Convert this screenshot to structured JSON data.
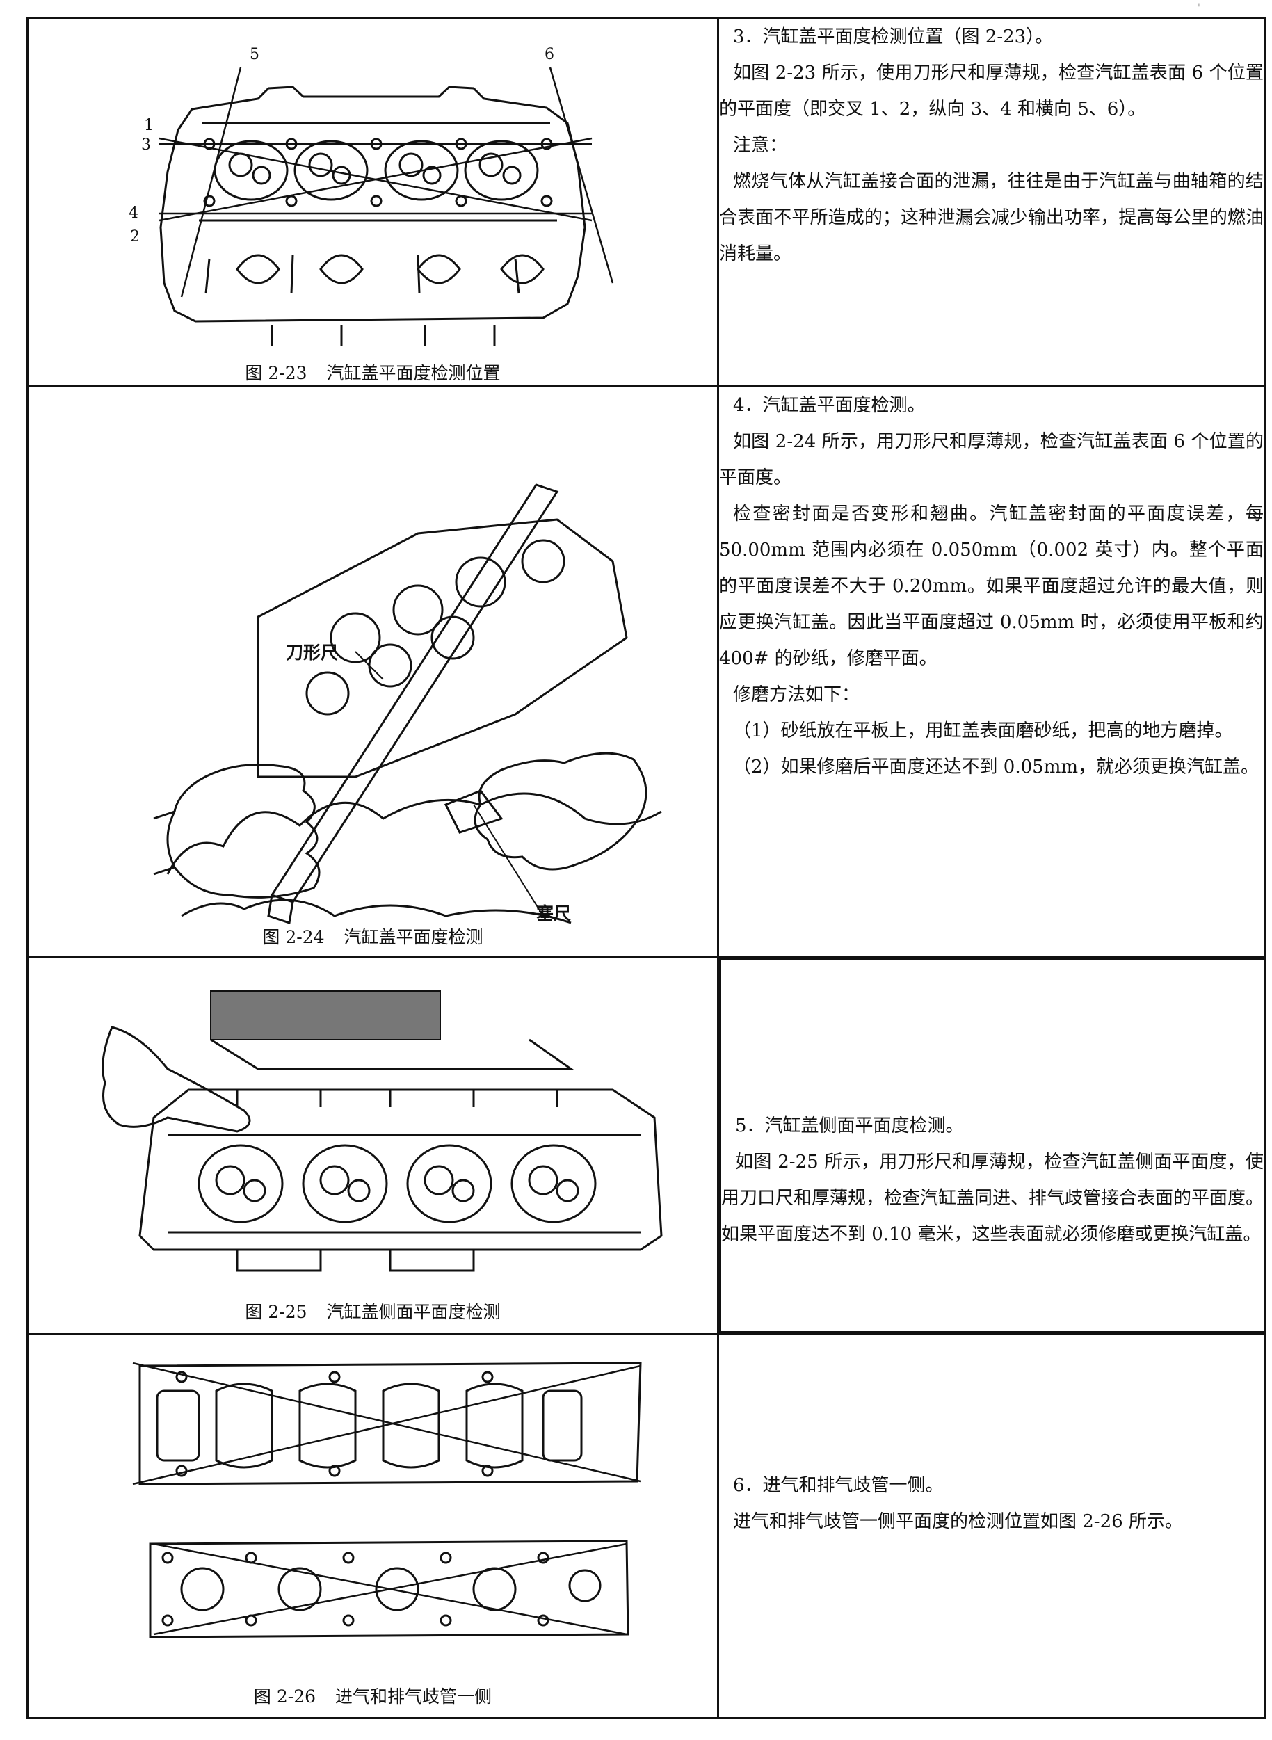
{
  "page": {
    "corner_mark": "'"
  },
  "rows": [
    {
      "figure": {
        "number": "图 2-23",
        "title": "汽缸盖平面度检测位置",
        "labels": [
          "1",
          "2",
          "3",
          "4",
          "5",
          "6"
        ]
      },
      "paragraphs": [
        "3．汽缸盖平面度检测位置（图 2-23）。",
        "如图 2-23 所示，使用刀形尺和厚薄规，检查汽缸盖表面 6 个位置的平面度（即交叉 1、2，纵向 3、4 和横向 5、6）。",
        "注意：",
        "燃烧气体从汽缸盖接合面的泄漏，往往是由于汽缸盖与曲轴箱的结合表面不平所造成的；这种泄漏会减少输出功率，提高每公里的燃油消耗量。"
      ]
    },
    {
      "figure": {
        "number": "图 2-24",
        "title": "汽缸盖平面度检测",
        "labels": [
          "刀形尺",
          "塞尺"
        ]
      },
      "paragraphs": [
        "4．汽缸盖平面度检测。",
        "如图 2-24 所示，用刀形尺和厚薄规，检查汽缸盖表面 6 个位置的平面度。",
        "检查密封面是否变形和翘曲。汽缸盖密封面的平面度误差，每 50.00mm 范围内必须在 0.050mm（0.002 英寸）内。整个平面的平面度误差不大于 0.20mm。如果平面度超过允许的最大值，则应更换汽缸盖。因此当平面度超过 0.05mm 时，必须使用平板和约 400# 的砂纸，修磨平面。",
        "修磨方法如下：",
        "（1）砂纸放在平板上，用缸盖表面磨砂纸，把高的地方磨掉。",
        "（2）如果修磨后平面度还达不到 0.05mm，就必须更换汽缸盖。"
      ]
    },
    {
      "figure": {
        "number": "图 2-25",
        "title": "汽缸盖侧面平面度检测"
      },
      "paragraphs": [
        "5．汽缸盖侧面平面度检测。",
        "如图 2-25 所示，用刀形尺和厚薄规，检查汽缸盖侧面平面度，使用刀口尺和厚薄规，检查汽缸盖同进、排气歧管接合表面的平面度。如果平面度达不到 0.10 毫米，这些表面就必须修磨或更换汽缸盖。"
      ]
    },
    {
      "figure": {
        "number": "图 2-26",
        "title": "进气和排气歧管一侧"
      },
      "paragraphs": [
        "6．进气和排气歧管一侧。",
        "进气和排气歧管一侧平面度的检测位置如图 2-26 所示。"
      ]
    }
  ]
}
